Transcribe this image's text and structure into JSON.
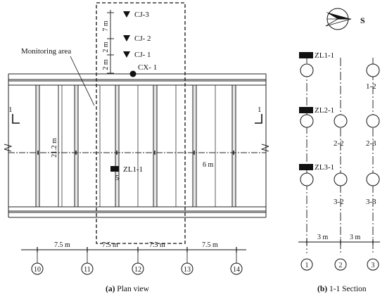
{
  "plan": {
    "monitoring_area_label": "Monitoring area",
    "points": {
      "cj3": "CJ-3",
      "cj2": "CJ- 2",
      "cj1": "CJ- 1",
      "cx1": "CX- 1",
      "zl11": "ZL1-1"
    },
    "vertical_dims": [
      "7 m",
      "2 m",
      "2 m"
    ],
    "width_dim": "21.2 m",
    "spacing_dim": "6 m",
    "bay_dims": [
      "7.5 m",
      "7.5 m",
      "7.5 m",
      "7.5 m"
    ],
    "axes": [
      "10",
      "11",
      "12",
      "13",
      "14"
    ],
    "section_mark": "1",
    "small_mark": "5",
    "caption_letter": "(a)",
    "caption_text": " Plan view"
  },
  "section": {
    "compass_label": "S",
    "pile_labels": [
      "ZL1-1",
      "ZL2-1",
      "ZL3-1"
    ],
    "pile_ids": [
      "1-2",
      "2-2",
      "2-3",
      "3-2",
      "3-3"
    ],
    "dims": [
      "3 m",
      "3 m"
    ],
    "axes": [
      "1",
      "2",
      "3"
    ],
    "caption_letter": "(b)",
    "caption_text": " 1-1 Section"
  }
}
